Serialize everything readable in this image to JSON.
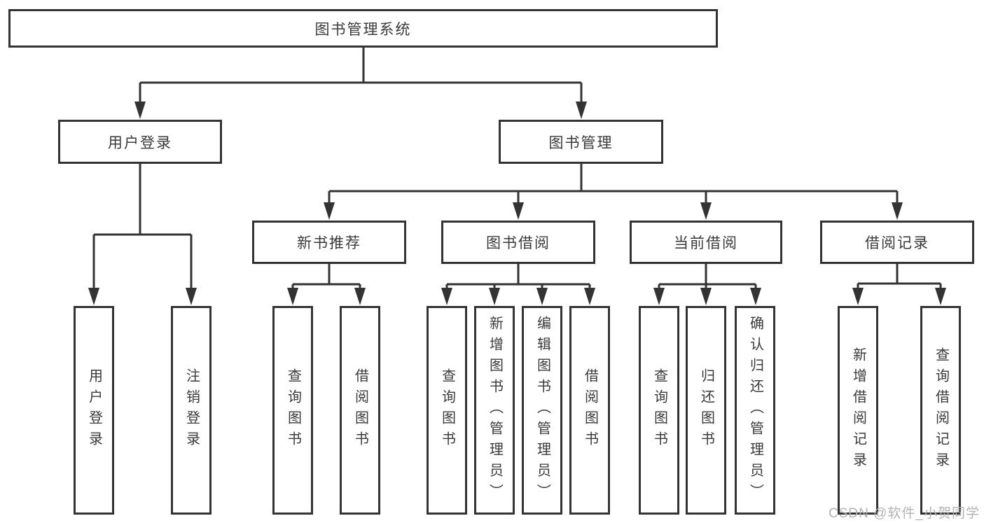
{
  "diagram": {
    "title": "图书管理系统",
    "colors": {
      "line": "#333333",
      "box_border": "#333333",
      "text": "#3a3a3a",
      "background": "#ffffff",
      "watermark": "#b5b2b2"
    },
    "root": {
      "label": "图书管理系统"
    },
    "level2": [
      {
        "label": "用户登录"
      },
      {
        "label": "图书管理"
      }
    ],
    "level3": [
      {
        "label": "新书推荐"
      },
      {
        "label": "图书借阅"
      },
      {
        "label": "当前借阅"
      },
      {
        "label": "借阅记录"
      }
    ],
    "leaves": {
      "user_login": [
        "用户登录",
        "注销登录"
      ],
      "new_books": [
        "查询图书",
        "借阅图书"
      ],
      "book_borrow": [
        "查询图书",
        "新增图书（管理员）",
        "编辑图书（管理员）",
        "借阅图书"
      ],
      "current_borrow": [
        "查询图书",
        "归还图书",
        "确认归还（管理员）"
      ],
      "borrow_records": [
        "新增借阅记录",
        "查询借阅记录"
      ]
    }
  },
  "watermark": {
    "text": "CSDN @软件_小贺同学"
  }
}
